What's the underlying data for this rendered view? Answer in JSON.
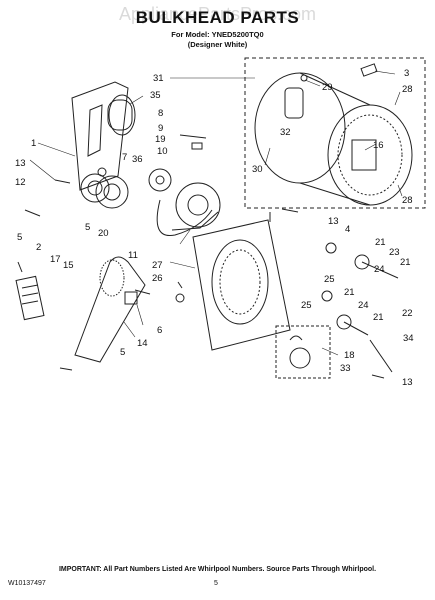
{
  "header": {
    "watermark": "AppliancePartsPros.com",
    "title": "BULKHEAD PARTS",
    "model_line": "For Model: YNED5200TQ0",
    "variant_line": "(Designer White)"
  },
  "callouts": [
    "1",
    "2",
    "3",
    "4",
    "5",
    "5",
    "5",
    "6",
    "7",
    "8",
    "9",
    "10",
    "11",
    "12",
    "13",
    "13",
    "13",
    "14",
    "15",
    "16",
    "17",
    "18",
    "19",
    "20",
    "21",
    "21",
    "21",
    "21",
    "22",
    "23",
    "24",
    "24",
    "25",
    "25",
    "26",
    "27",
    "28",
    "28",
    "29",
    "30",
    "31",
    "32",
    "33",
    "34",
    "35",
    "36"
  ],
  "footer": {
    "note": "IMPORTANT: All Part Numbers Listed Are Whirlpool Numbers. Source Parts Through Whirlpool.",
    "doc_number": "W10137497",
    "page_number": "5"
  }
}
